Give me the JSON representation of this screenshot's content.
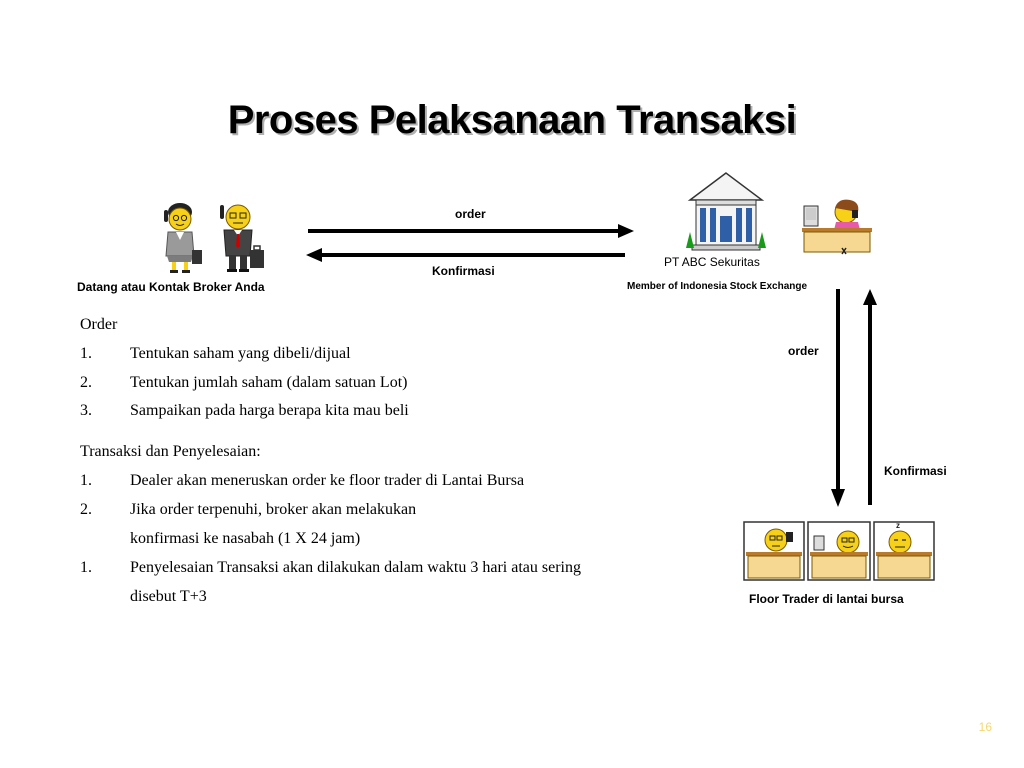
{
  "title": "Proses Pelaksanaan Transaksi",
  "diagram": {
    "client_label": "Datang atau Kontak Broker Anda",
    "top_arrow_label": "order",
    "bottom_arrow_label": "Konfirmasi",
    "broker_name": "PT ABC Sekuritas",
    "broker_member": "Member of Indonesia Stock Exchange",
    "down_arrow_label": "order",
    "up_arrow_label": "Konfirmasi",
    "floor_label": "Floor Trader di lantai bursa"
  },
  "order_section": {
    "heading": "Order",
    "items": [
      {
        "num": "1.",
        "text": "Tentukan saham yang dibeli/dijual"
      },
      {
        "num": "2.",
        "text": "Tentukan jumlah saham (dalam satuan Lot)"
      },
      {
        "num": "3.",
        "text": "Sampaikan pada harga berapa kita mau beli"
      }
    ]
  },
  "settlement_section": {
    "heading": "Transaksi dan Penyelesaian:",
    "items": [
      {
        "num": "1.",
        "text": "Dealer akan meneruskan order ke floor trader di Lantai Bursa"
      },
      {
        "num": "2.",
        "text": "Jika order terpenuhi, broker akan melakukan",
        "cont": "konfirmasi ke nasabah (1 X 24 jam)"
      },
      {
        "num": "1.",
        "text": "Penyelesaian Transaksi akan dilakukan dalam waktu 3 hari atau sering",
        "cont": "disebut T+3"
      }
    ]
  },
  "page_number": "16",
  "colors": {
    "page_number": "#f5d76e",
    "skin": "#f7d117",
    "title_shadow": "#b0b0b0"
  }
}
